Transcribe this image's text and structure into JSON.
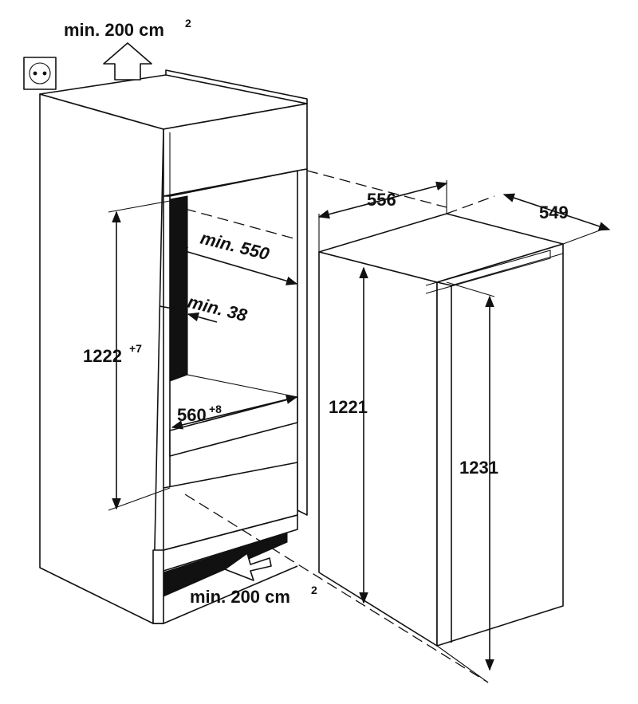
{
  "labels": {
    "vent_top": "min. 200 cm",
    "vent_top_sup": "2",
    "vent_bottom": "min. 200 cm",
    "vent_bottom_sup": "2",
    "niche_depth": "min. 550",
    "gap": "min. 38",
    "niche_height": "1222",
    "niche_height_tol": "+7",
    "niche_width": "560",
    "niche_width_tol": "+8",
    "appliance_width": "556",
    "appliance_depth": "549",
    "appliance_height_body": "1221",
    "appliance_height_total": "1231"
  },
  "icons": {
    "socket": "power-socket-icon",
    "arrow_up": "airflow-up-arrow-icon",
    "arrow_in": "airflow-in-arrow-icon"
  }
}
